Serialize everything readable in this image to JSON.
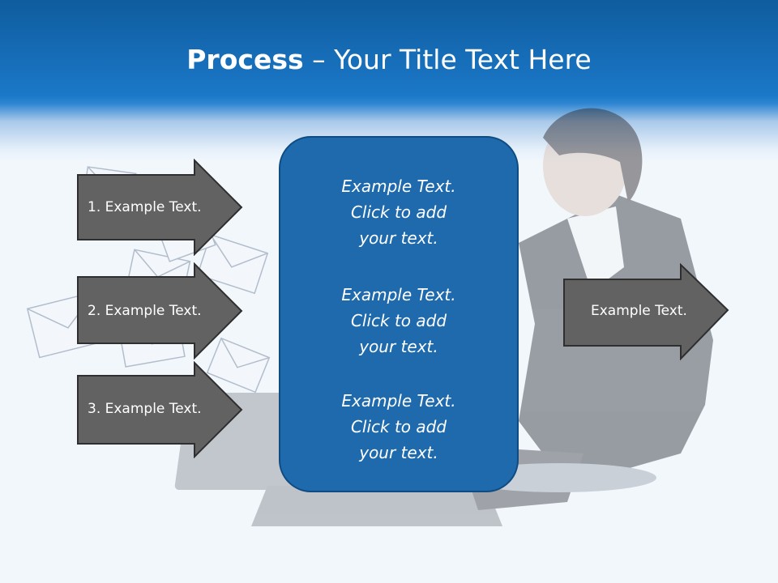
{
  "slide": {
    "title_bold": "Process",
    "title_rest": " – Your Title Text Here"
  },
  "left_steps": [
    {
      "label": "1. Example Text."
    },
    {
      "label": "2. Example Text."
    },
    {
      "label": "3. Example Text."
    }
  ],
  "center_box": {
    "paragraphs": [
      "Example Text.\nClick  to add\nyour text.",
      "Example Text.\nClick  to add\nyour text.",
      "Example Text.\nClick  to add\nyour text."
    ]
  },
  "right_step": {
    "label": "Example Text."
  },
  "colors": {
    "header_blue": "#1b78c8",
    "arrow_fill": "#626262",
    "box_fill": "#1e6aad",
    "box_border": "#0f4b80",
    "text": "#ffffff"
  }
}
